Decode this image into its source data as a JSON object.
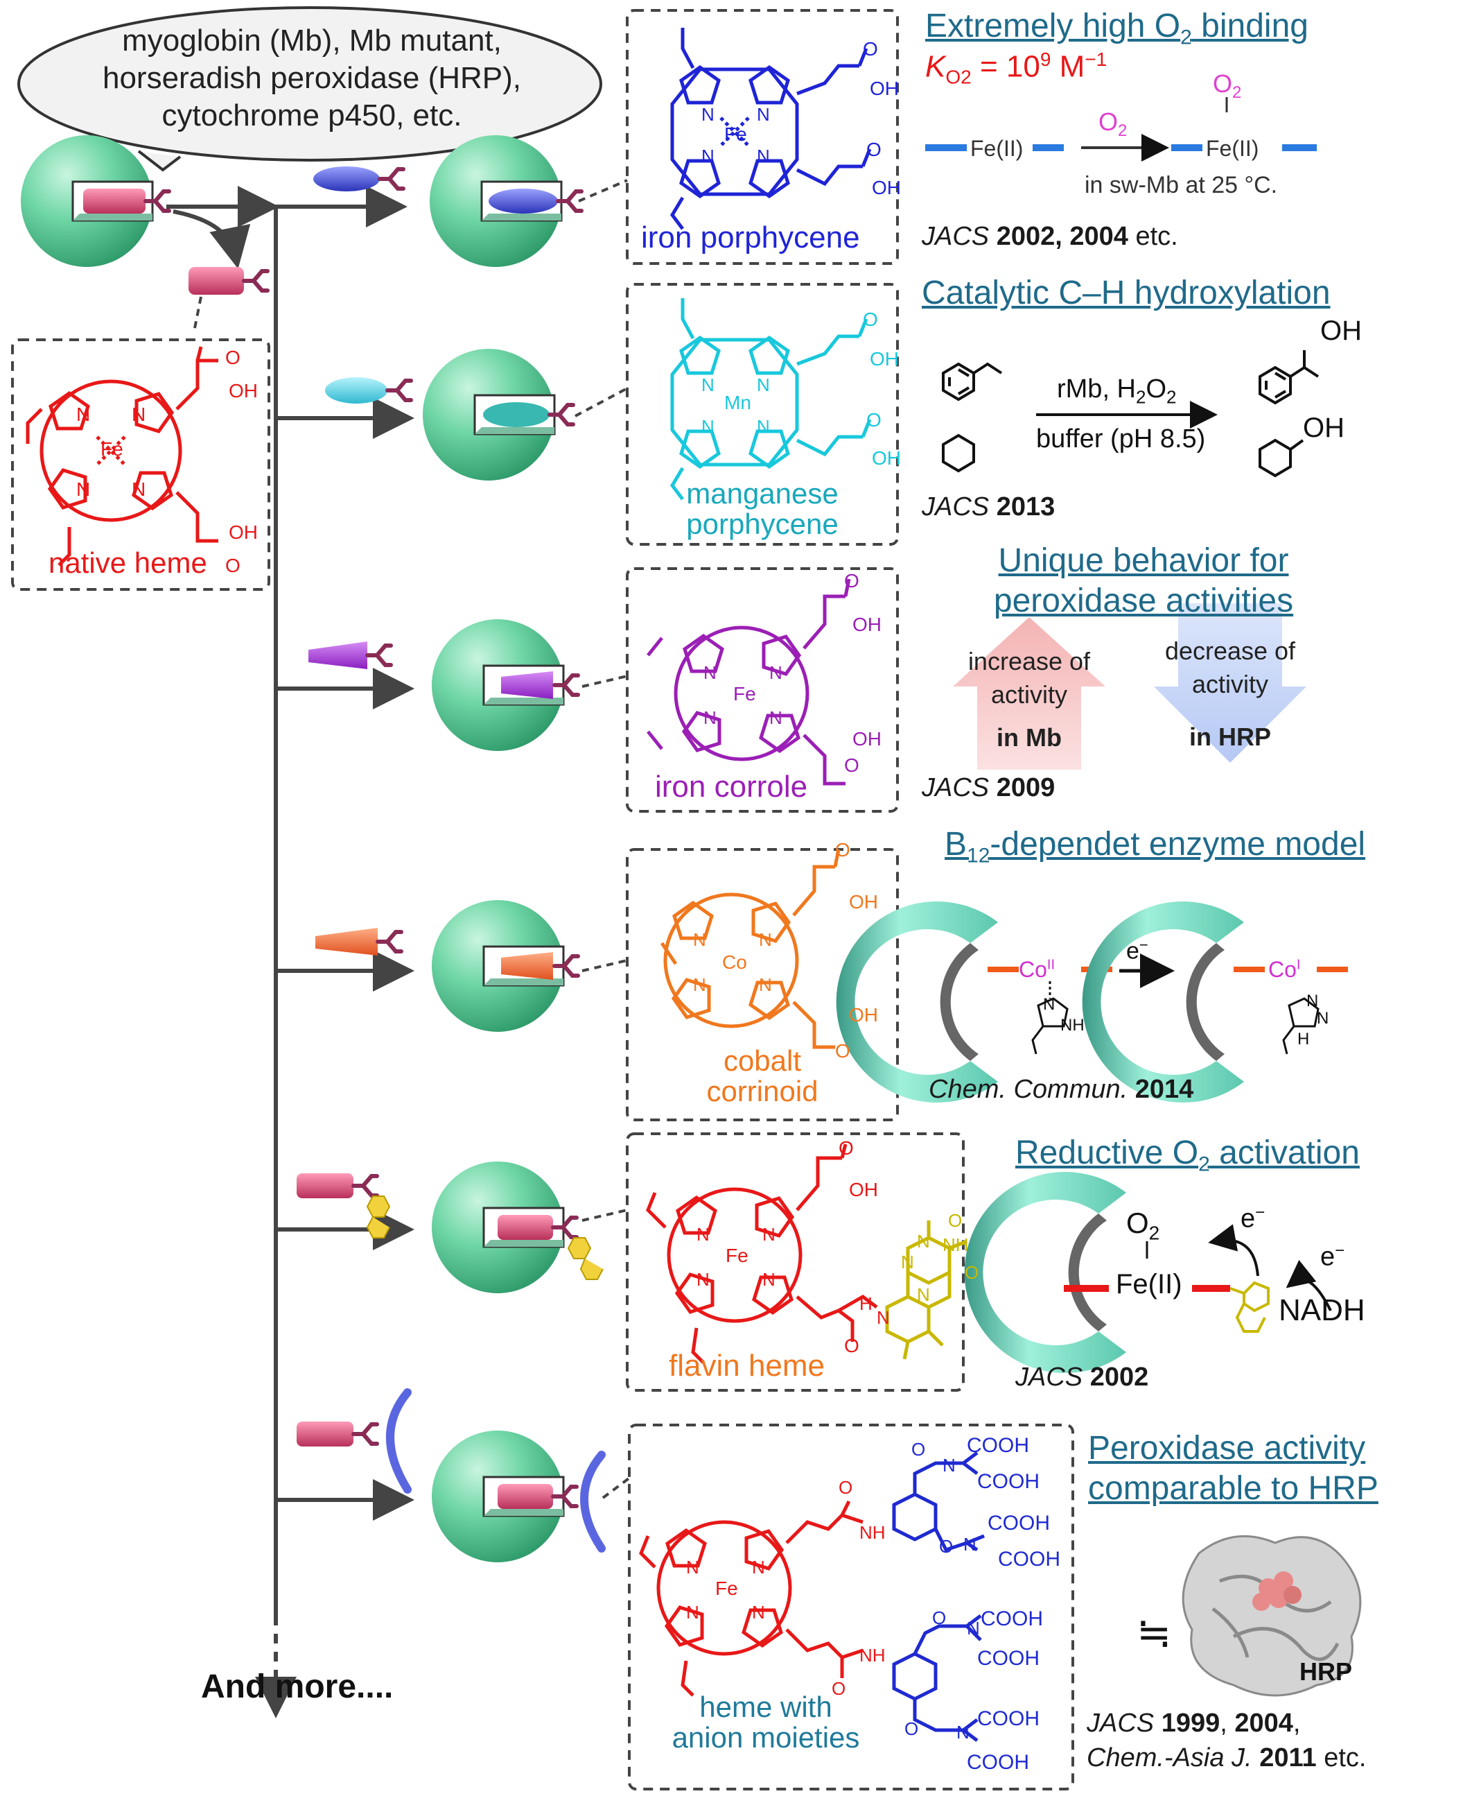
{
  "bubble": {
    "line1": "myoglobin (Mb), Mb mutant,",
    "line2": "horseradish peroxidase (HRP),",
    "line3": "cytochrome p450, etc."
  },
  "native": {
    "label": "native heme",
    "metal": "Fe"
  },
  "footer": {
    "and_more": "And more...."
  },
  "rows": [
    {
      "compound": "iron porphycene",
      "metal": "Fe",
      "color": "#1f24d6",
      "heading_pre": "Extremely high O",
      "heading_sub": "2",
      "heading_post": " binding",
      "k_pre": "K",
      "k_sub": "O2",
      "k_mid": " = 10",
      "k_sup": "9",
      "k_post": " M",
      "k_sup2": "−1",
      "scheme": {
        "left": "Fe(II)",
        "right": "Fe(II)",
        "o2_main": "O",
        "o2_sub": "2",
        "note": "in sw-Mb at 25 °C."
      },
      "cite": {
        "journal": "JACS",
        "years": "2002, 2004",
        "suffix": " etc."
      }
    },
    {
      "compound_l1": "manganese",
      "compound_l2": "porphycene",
      "metal": "Mn",
      "color": "#18c8dc",
      "heading": "Catalytic C–H hydroxylation",
      "scheme": {
        "cond1_pre": "rMb, H",
        "cond1_sub": "2",
        "cond1_mid": "O",
        "cond1_sub2": "2",
        "cond2": "buffer (pH 8.5)",
        "oh": "OH"
      },
      "cite": {
        "journal": "JACS",
        "years": "2013"
      }
    },
    {
      "compound": "iron corrole",
      "metal": "Fe",
      "color": "#9b1fb5",
      "heading_l1": "Unique behavior for",
      "heading_l2": "peroxidase activities",
      "up": {
        "l1": "increase of",
        "l2": "activity",
        "l3": "in Mb"
      },
      "down": {
        "l1": "decrease of",
        "l2": "activity",
        "l3": "in HRP"
      },
      "cite": {
        "journal": "JACS",
        "years": "2009"
      }
    },
    {
      "compound_l1": "cobalt",
      "compound_l2": "corrinoid",
      "metal": "Co",
      "color": "#f0781e",
      "heading_pre": "B",
      "heading_sub": "12",
      "heading_post": "-dependet enzyme model",
      "scheme": {
        "left_metal": "Co",
        "left_ox": "II",
        "right_metal": "Co",
        "right_ox": "I",
        "electron": "e",
        "electron_sup": "−",
        "nh": "NH",
        "n": "N",
        "h": "H"
      },
      "cite": {
        "journal": "Chem. Commun.",
        "years": "2014"
      }
    },
    {
      "compound": "flavin heme",
      "metal": "Fe",
      "color": "#e81818",
      "heading_pre": "Reductive O",
      "heading_sub": "2",
      "heading_post": " activation",
      "scheme": {
        "o2_main": "O",
        "o2_sub": "2",
        "fe": "Fe(II)",
        "electron": "e",
        "electron_sup": "−",
        "nadh": "NADH"
      },
      "cite": {
        "journal": "JACS",
        "years": "2002"
      }
    },
    {
      "compound_l1": "heme with",
      "compound_l2": "anion moieties",
      "metal": "Fe",
      "color": "#e81818",
      "heading_l1": "Peroxidase activity",
      "heading_l2": "comparable to HRP",
      "approx": "≒",
      "hrp": "HRP",
      "cooh": "COOH",
      "cite": {
        "journal1": "JACS",
        "years1": "1999",
        "sep": ", ",
        "years2": "2004",
        "comma": ",",
        "journal2": "Chem.-Asia J.",
        "years3": "2011",
        "suffix": " etc."
      }
    }
  ],
  "chem": {
    "n": "N",
    "o": "O",
    "oh": "OH",
    "h": "H",
    "nh": "NH"
  },
  "colors": {
    "protein": "#5ccf9a",
    "heme_pink": "#e0507a",
    "teal_head": "#1f6a8a",
    "blue_cof": "#5a66e0",
    "cyan_cof": "#55d8ec",
    "purple_cof": "#b040d8",
    "orange_cof": "#f06a3a",
    "flavin": "#c8b800",
    "anion_blue": "#1f2ad0"
  }
}
